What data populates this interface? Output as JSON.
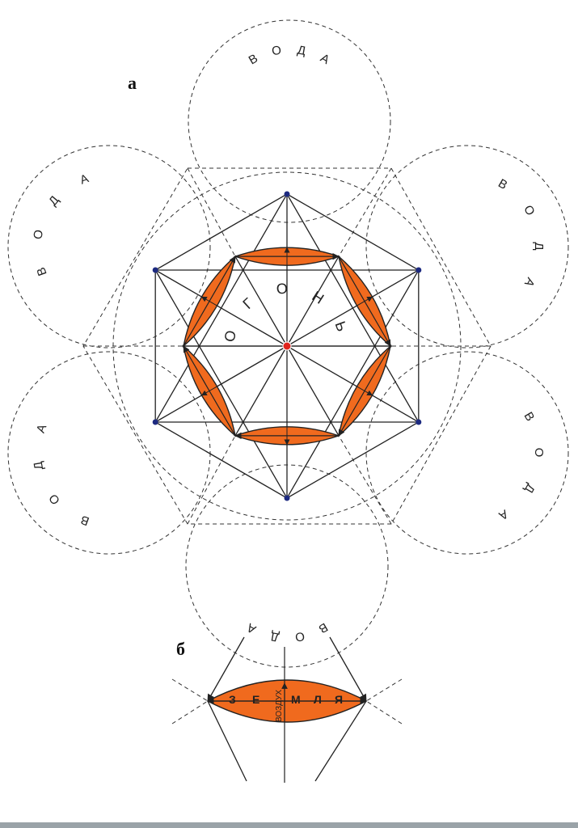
{
  "panels": {
    "a": "а",
    "b": "б"
  },
  "water_label": "ВОДА",
  "fire_label": "ОГОНЬ",
  "earth_label": "ЗЕМЛЯ",
  "air_label": "ВОЗДУХ",
  "colors": {
    "petal": "#f06a1e",
    "center_dot": "#e0241d",
    "vertex_dot": "#1d2a80",
    "line": "#222222"
  }
}
